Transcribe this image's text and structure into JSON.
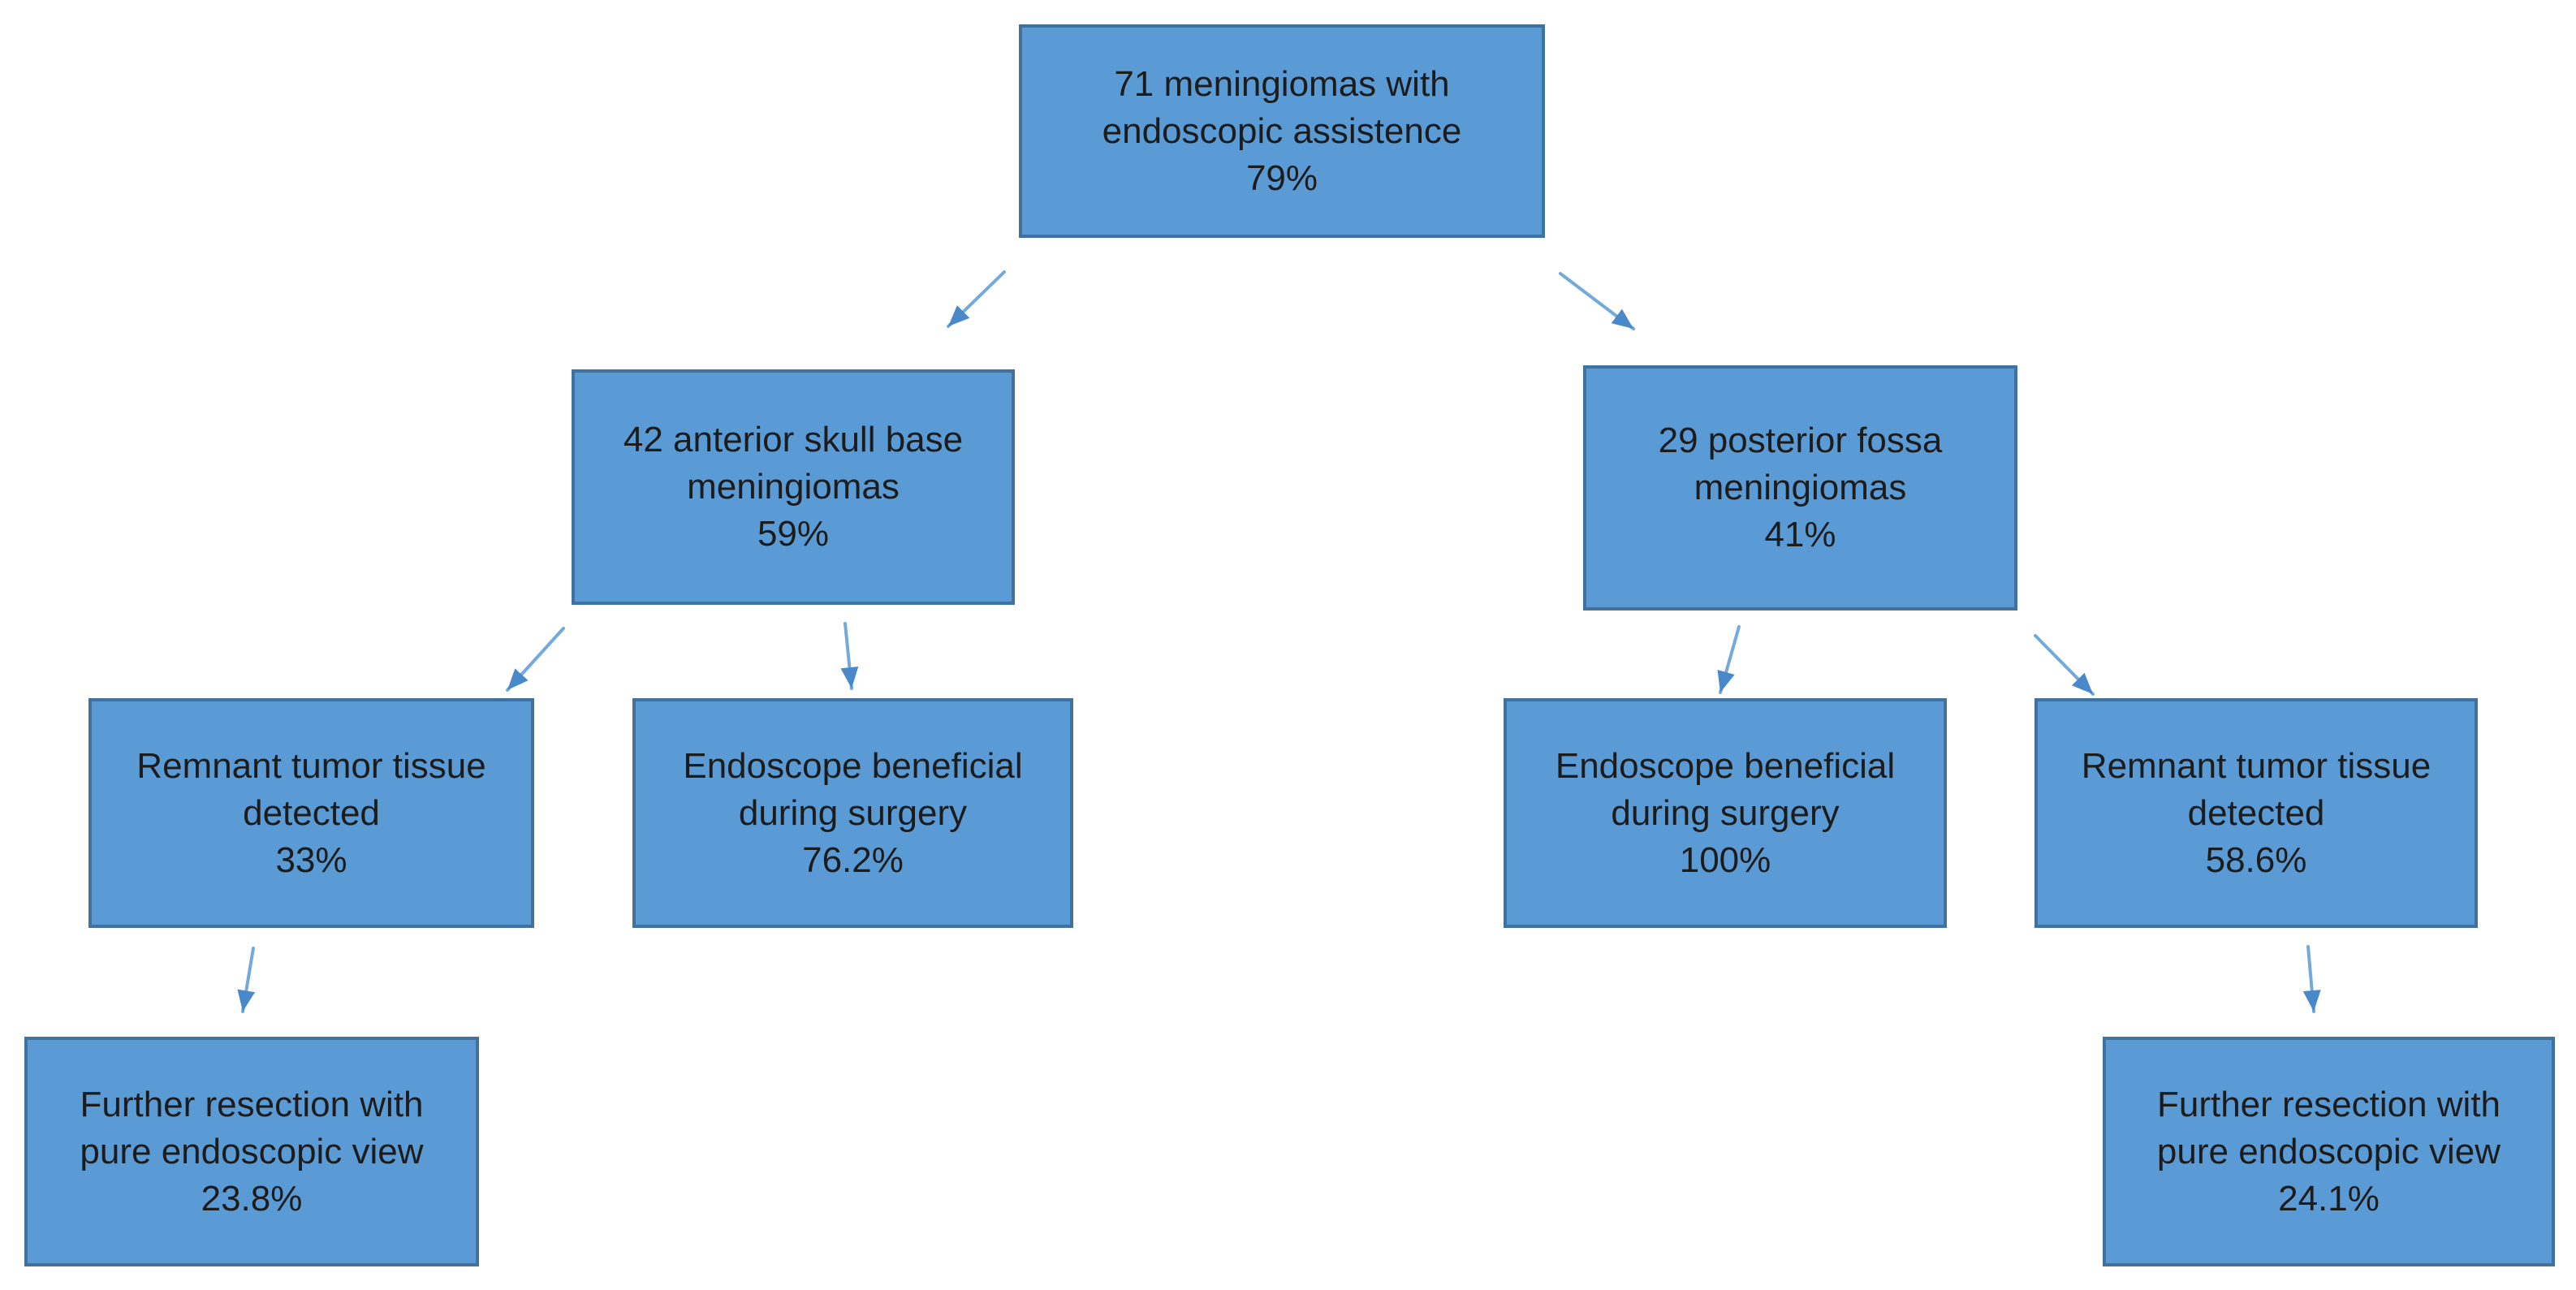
{
  "page": {
    "background": "#ffffff"
  },
  "flowchart": {
    "type": "tree-flowchart",
    "colors": {
      "node_fill": "#5b9bd5",
      "node_border": "#41719c",
      "arrow_line": "#74a9dc",
      "arrow_head": "#4a89c9",
      "text": "#1c1c1c"
    },
    "nodes": [
      {
        "id": "total",
        "line1": "71 meningiomas with",
        "line2": "endoscopic assistence",
        "value": "79%"
      },
      {
        "id": "anterior",
        "line1": "42 anterior skull base",
        "line2": "meningiomas",
        "value": "59%"
      },
      {
        "id": "posterior",
        "line1": "29 posterior fossa",
        "line2": "meningiomas",
        "value": "41%"
      },
      {
        "id": "anterior-remnant",
        "line1": "Remnant tumor tissue",
        "line2": "detected",
        "value": "33%"
      },
      {
        "id": "anterior-beneficial",
        "line1": "Endoscope beneficial",
        "line2": "during surgery",
        "value": "76.2%"
      },
      {
        "id": "posterior-beneficial",
        "line1": "Endoscope beneficial",
        "line2": "during surgery",
        "value": "100%"
      },
      {
        "id": "posterior-remnant",
        "line1": "Remnant tumor tissue",
        "line2": "detected",
        "value": "58.6%"
      },
      {
        "id": "anterior-resection",
        "line1": "Further resection with",
        "line2": "pure endoscopic view",
        "value": "23.8%"
      },
      {
        "id": "posterior-resection",
        "line1": "Further resection with",
        "line2": "pure endoscopic view",
        "value": "24.1%"
      }
    ],
    "edges": [
      {
        "from": "total",
        "to": "anterior"
      },
      {
        "from": "total",
        "to": "posterior"
      },
      {
        "from": "anterior",
        "to": "anterior-remnant"
      },
      {
        "from": "anterior",
        "to": "anterior-beneficial"
      },
      {
        "from": "posterior",
        "to": "posterior-beneficial"
      },
      {
        "from": "posterior",
        "to": "posterior-remnant"
      },
      {
        "from": "anterior-remnant",
        "to": "anterior-resection"
      },
      {
        "from": "posterior-remnant",
        "to": "posterior-resection"
      }
    ]
  }
}
